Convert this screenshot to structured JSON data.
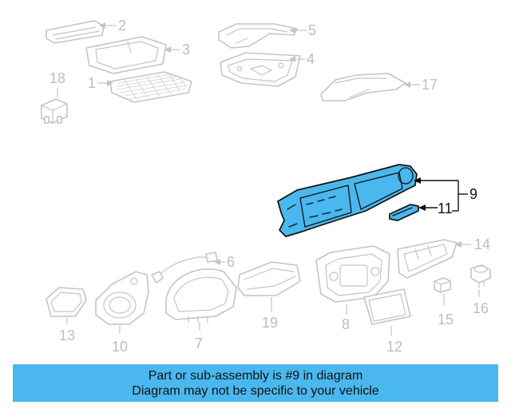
{
  "diagram": {
    "callouts": {
      "p1": "1",
      "p2": "2",
      "p3": "3",
      "p4": "4",
      "p5": "5",
      "p6": "6",
      "p7": "7",
      "p8": "8",
      "p9": "9",
      "p10": "10",
      "p11": "11",
      "p12": "12",
      "p13": "13",
      "p14": "14",
      "p15": "15",
      "p16": "16",
      "p17": "17",
      "p18": "18",
      "p19": "19"
    },
    "highlight_colors": {
      "fill": "#4ab8ee",
      "outline": "#111111"
    }
  },
  "banner": {
    "line1": "Part or sub-assembly is #9 in diagram",
    "line2": "Diagram may not be specific to your vehicle"
  }
}
